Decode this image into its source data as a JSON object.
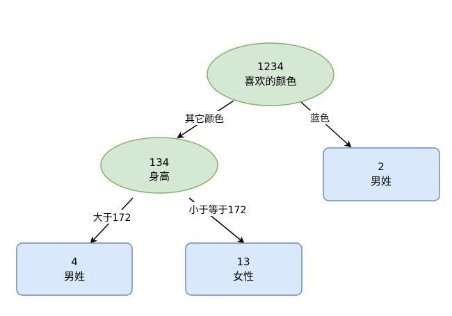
{
  "colors": {
    "decision_fill": "#d5e8d4",
    "decision_stroke": "#82b366",
    "leaf_fill": "#dae8fc",
    "leaf_stroke": "#6c8ebf",
    "edge": "#000000"
  },
  "nodes": {
    "root": {
      "line1": "1234",
      "line2": "喜欢的颜色"
    },
    "height": {
      "line1": "134",
      "line2": "身高"
    },
    "leaf_blue": {
      "line1": "2",
      "line2": "男姓"
    },
    "leaf_tall": {
      "line1": "4",
      "line2": "男姓"
    },
    "leaf_short": {
      "line1": "13",
      "line2": "女性"
    }
  },
  "edges": {
    "other_colors": "其它颜色",
    "blue": "蓝色",
    "greater": "大于172",
    "less_equal": "小于等于172"
  }
}
